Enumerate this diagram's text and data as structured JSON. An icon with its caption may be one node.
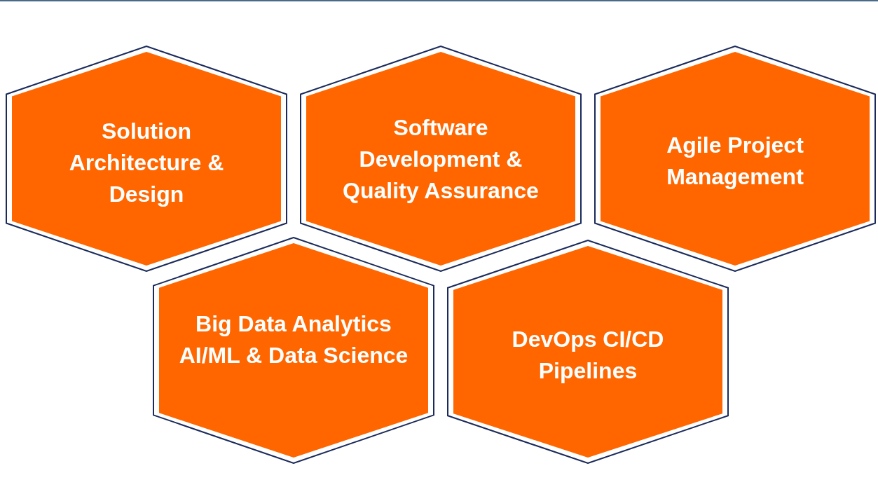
{
  "diagram": {
    "nodes": [
      {
        "text": [
          "Solution Architecture & Design"
        ]
      },
      {
        "text": [
          "Software Development & Quality Assurance"
        ]
      },
      {
        "text": [
          "Agile Project Management"
        ]
      },
      {
        "text": [
          "Big Data Analytics AI/ML & Data Science"
        ]
      },
      {
        "text": [
          "DevOps CI/CD Pipelines"
        ]
      }
    ]
  }
}
